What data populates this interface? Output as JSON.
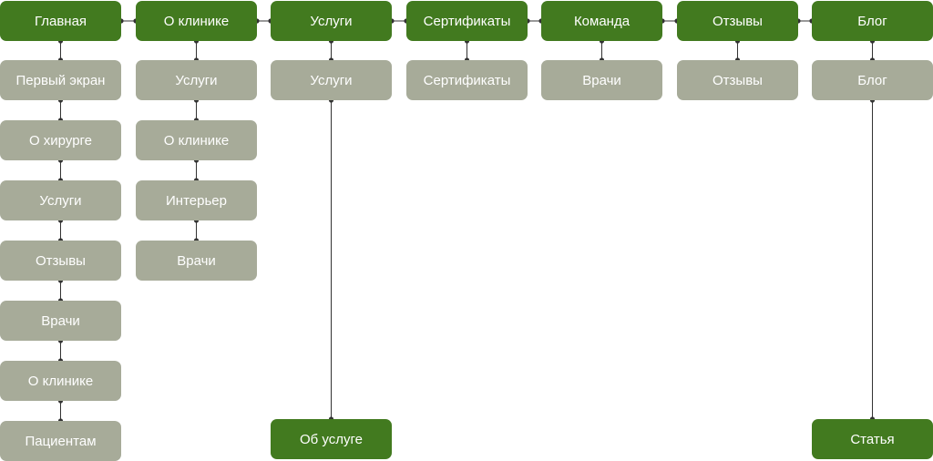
{
  "colors": {
    "top_node": "#427a1f",
    "child_node": "#a7ab99",
    "connector": "#333333"
  },
  "sections": [
    {
      "title": "Главная",
      "children": [
        "Первый экран",
        "О хирурге",
        "Услуги",
        "Отзывы",
        "Врачи",
        "О клинике",
        "Пациентам"
      ]
    },
    {
      "title": "О клинике",
      "children": [
        "Услуги",
        "О клинике",
        "Интерьер",
        "Врачи"
      ]
    },
    {
      "title": "Услуги",
      "children": [
        "Услуги"
      ],
      "leaf": "Об услуге"
    },
    {
      "title": "Сертификаты",
      "children": [
        "Сертификаты"
      ]
    },
    {
      "title": "Команда",
      "children": [
        "Врачи"
      ]
    },
    {
      "title": "Отзывы",
      "children": [
        "Отзывы"
      ]
    },
    {
      "title": "Блог",
      "children": [
        "Блог"
      ],
      "leaf": "Статья"
    }
  ]
}
